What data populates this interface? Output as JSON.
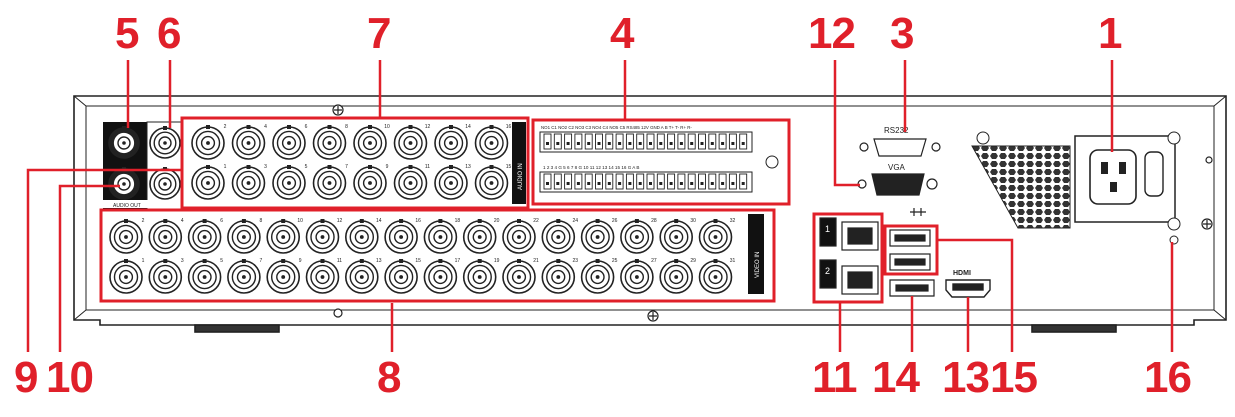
{
  "diagram": {
    "callouts": {
      "c1": "1",
      "c2": "12",
      "c3": "3",
      "c4": "4",
      "c5": "5",
      "c6": "6",
      "c7": "7",
      "c8": "8",
      "c9": "9",
      "c10": "10",
      "c11": "11",
      "c12": "14",
      "c13": "13",
      "c14": "15",
      "c15": "16"
    },
    "panel_labels": {
      "rs232": "RS232",
      "vga": "VGA",
      "hdmi": "HDMI",
      "audio_in": "AUDIO IN",
      "video_in": "VIDEO IN",
      "audio_out": "AUDIO OUT",
      "lan1": "1",
      "lan2": "2"
    },
    "audio_numbers_top": [
      "2",
      "4",
      "6",
      "8",
      "10",
      "12",
      "14",
      "16"
    ],
    "audio_numbers_bottom": [
      "1",
      "3",
      "5",
      "7",
      "9",
      "11",
      "13",
      "15"
    ],
    "video_numbers_top": [
      "2",
      "4",
      "6",
      "8",
      "10",
      "12",
      "14",
      "16",
      "18",
      "20",
      "22",
      "24",
      "26",
      "28",
      "30",
      "32"
    ],
    "video_numbers_bottom": [
      "1",
      "3",
      "5",
      "7",
      "9",
      "11",
      "13",
      "15",
      "17",
      "19",
      "21",
      "23",
      "25",
      "27",
      "29",
      "31"
    ],
    "alarm_top_labels": "NO1 C1 NO2 C2 NO3 C3 NO4 C4 NO5 C5   RS485 12V  GND  A  B  T+  T-  R+  R-",
    "alarm_bottom_labels": "1  2  3  4  G  5  6  7  8  G   10  11  12  13  14  15  16  G   A  B",
    "colors": {
      "accent": "#e0202a",
      "line": "#222222",
      "fill": "#ffffff"
    }
  }
}
